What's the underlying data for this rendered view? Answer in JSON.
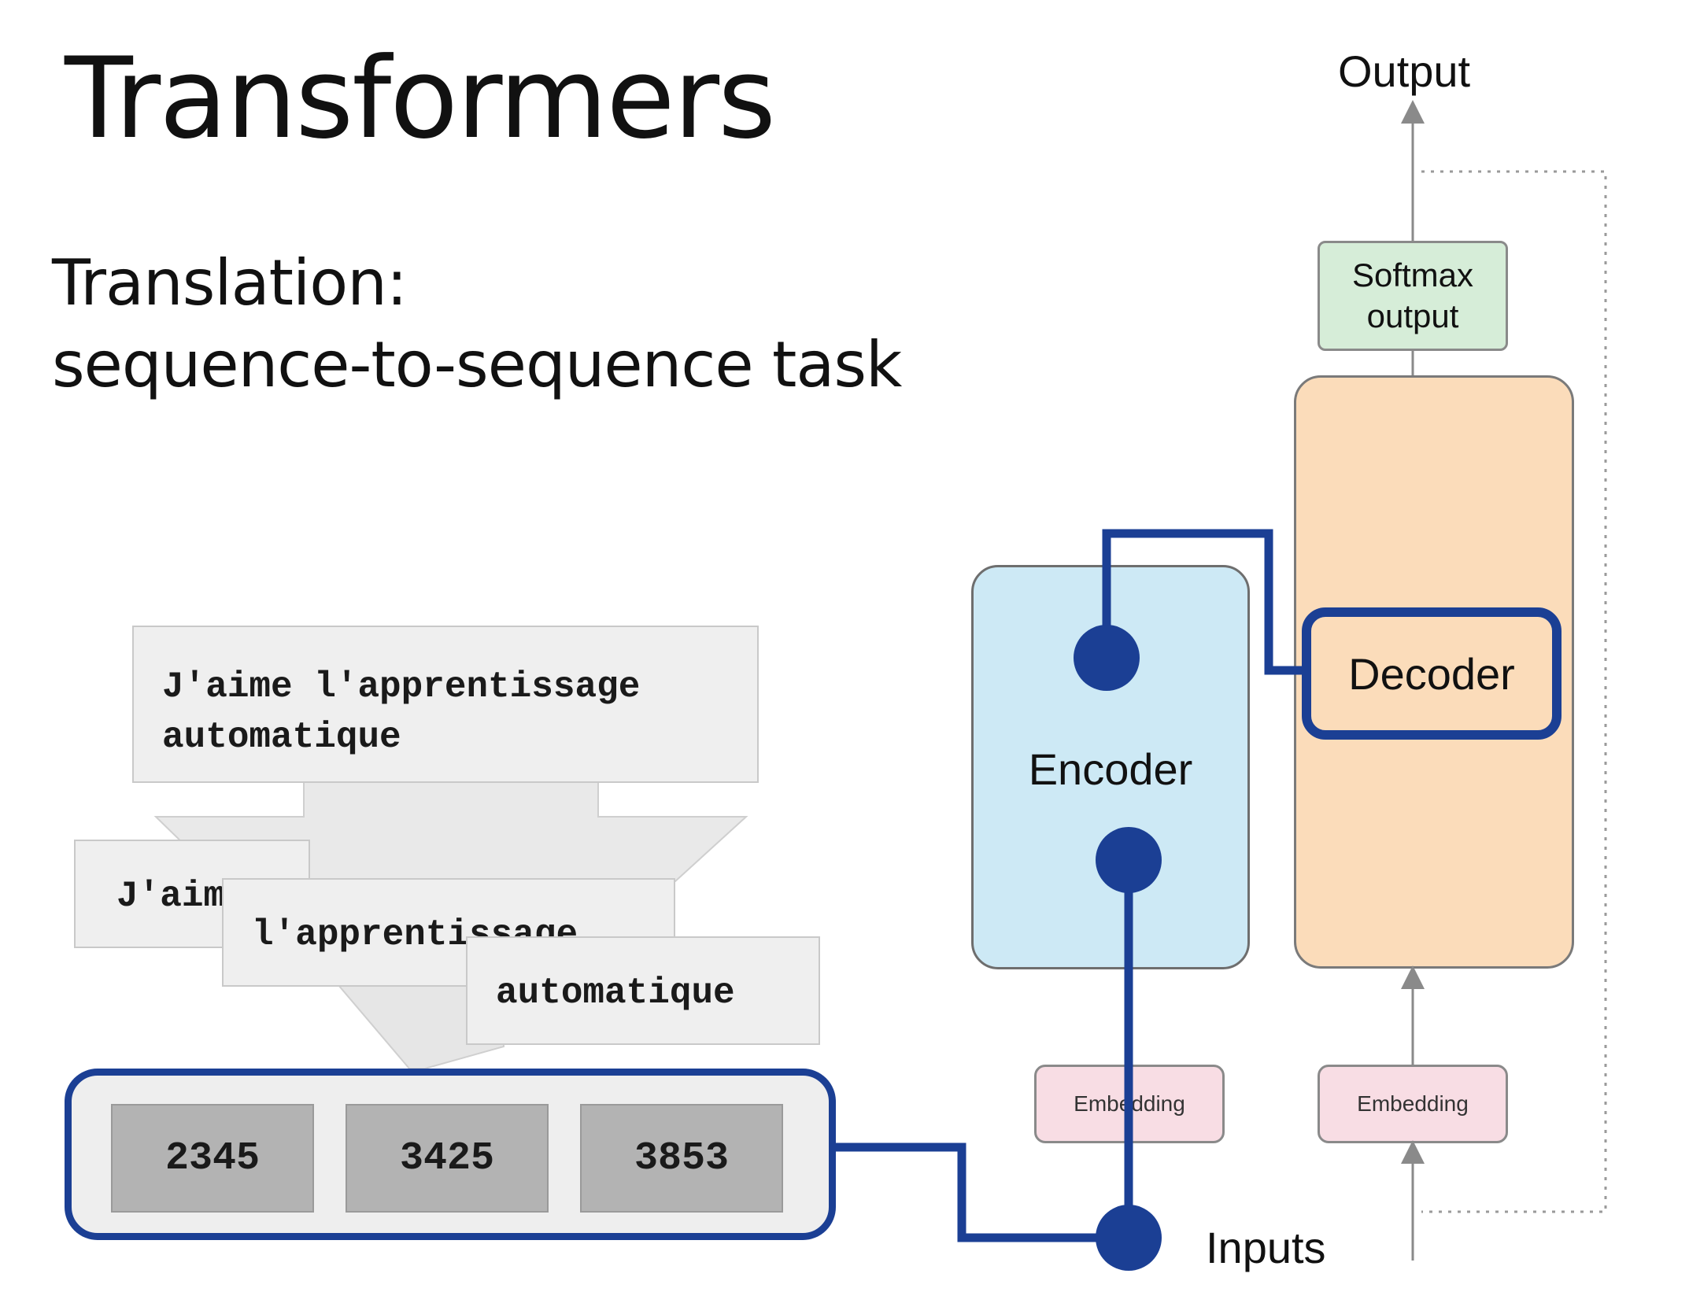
{
  "header": {
    "title": "Transformers",
    "subtitle_line1": "Translation:",
    "subtitle_line2": "sequence-to-sequence task"
  },
  "translation": {
    "sentence_line1": "J'aime l'apprentissage",
    "sentence_line2": "automatique",
    "tokens": [
      "J'aime",
      "l'apprentissage",
      "automatique"
    ],
    "token_ids": [
      "2345",
      "3425",
      "3853"
    ]
  },
  "architecture": {
    "encoder_label": "Encoder",
    "decoder_label": "Decoder",
    "softmax_line1": "Softmax",
    "softmax_line2": "output",
    "embedding_encoder": "Embedding",
    "embedding_decoder": "Embedding",
    "output_label": "Output",
    "inputs_label": "Inputs"
  },
  "colors": {
    "path_blue": "#1b3f94",
    "encoder_fill": "#cde9f5",
    "decoder_fill": "#fbdcba",
    "softmax_fill": "#d6edd8",
    "embedding_fill": "#f8dde4"
  }
}
